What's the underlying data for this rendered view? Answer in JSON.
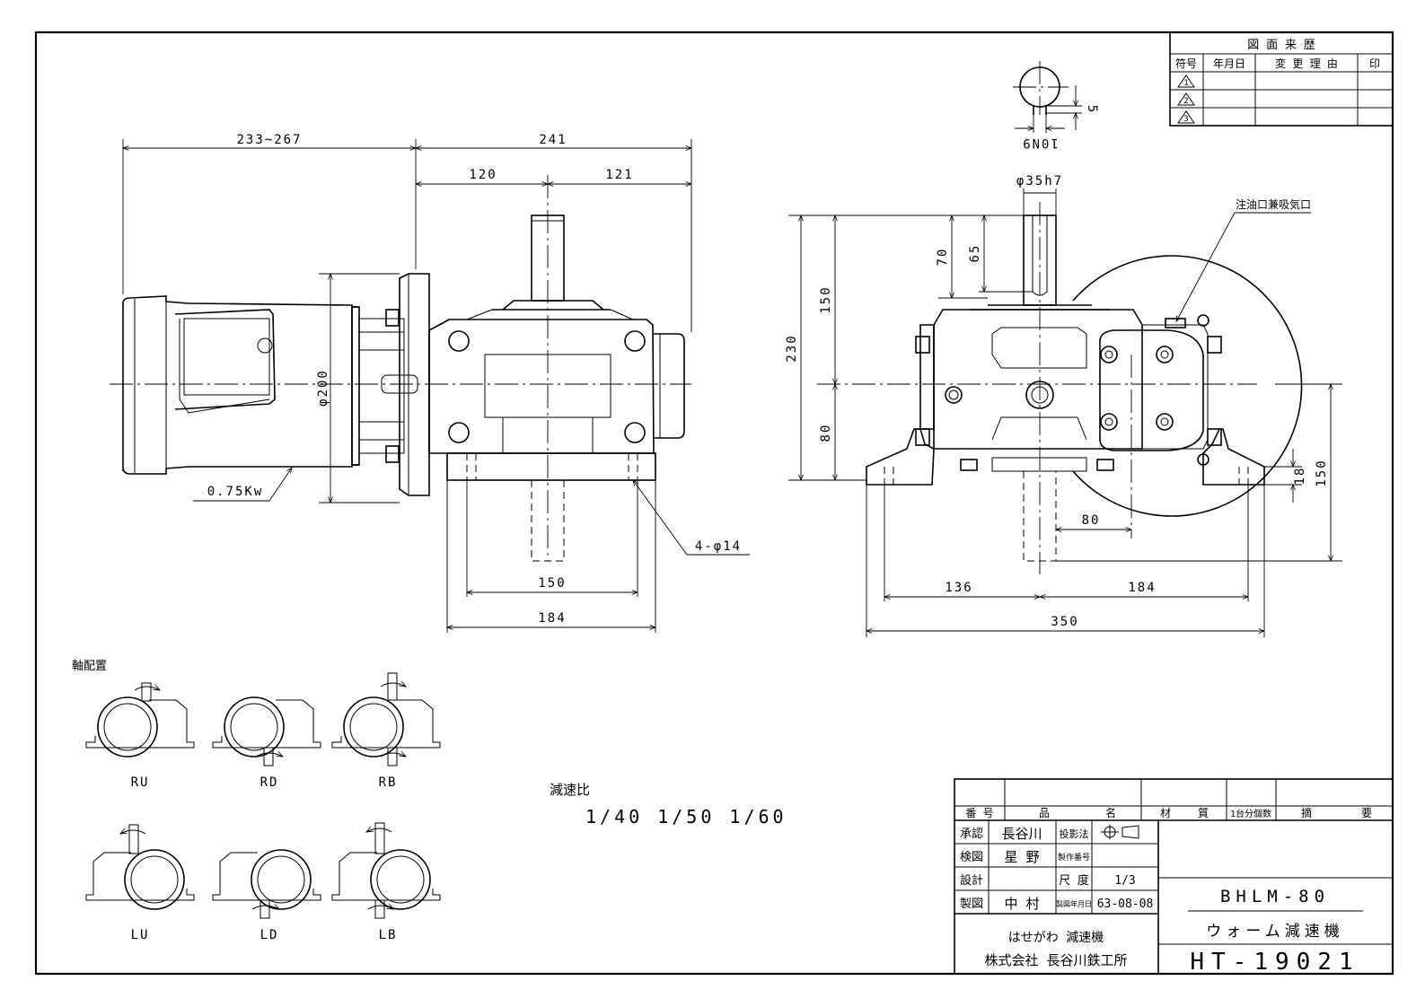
{
  "revision_table": {
    "title": "図 面 来 歴",
    "headers": [
      "符号",
      "年月日",
      "変 更 理 由",
      "印"
    ],
    "rows": [
      "1",
      "2",
      "3"
    ]
  },
  "dims": {
    "motor_length": "233~267",
    "gear_width": "241",
    "left_half": "120",
    "right_half": "121",
    "motor_dia": "φ200",
    "motor_power": "0.75Kw",
    "holes": "4-φ14",
    "base_inner": "150",
    "base_outer": "184",
    "key_h": "5",
    "key_w": "10N9",
    "shaft_dia": "φ35h7",
    "oil_port": "注油口兼吸気口",
    "dim_70": "70",
    "dim_65": "65",
    "dim_150v": "150",
    "dim_230": "230",
    "dim_80v": "80",
    "dim_80h": "80",
    "dim_18": "18",
    "dim_150r": "150",
    "dim_136": "136",
    "dim_184r": "184",
    "dim_350": "350"
  },
  "shaft_arrangement": {
    "title": "軸配置",
    "labels": [
      "RU",
      "RD",
      "RB",
      "LU",
      "LD",
      "LB"
    ]
  },
  "reduction": {
    "title": "減速比",
    "values": "1/40  1/50  1/60"
  },
  "title_block": {
    "col_no": "番 号",
    "col_name": "品",
    "col_name2": "名",
    "col_material": "材",
    "col_material2": "質",
    "col_qty": "1台分個数",
    "col_remarks": "摘",
    "col_remarks2": "要",
    "approve_label": "承認",
    "approve_name": "長谷川",
    "check_label": "検図",
    "check_name": "星 野",
    "design_label": "設計",
    "draw_label": "製図",
    "draw_name": "中 村",
    "projection_label": "投影法",
    "serial_label": "製作番号",
    "scale_label": "尺 度",
    "scale_value": "1/3",
    "date_label": "製図年月日",
    "date_value": "63-08-08",
    "model": "BHLM-80",
    "product": "ウォーム減速機",
    "brand": "はせがわ 減速機",
    "company": "株式会社 長谷川鉄工所",
    "drawing_no": "HT-19021"
  }
}
